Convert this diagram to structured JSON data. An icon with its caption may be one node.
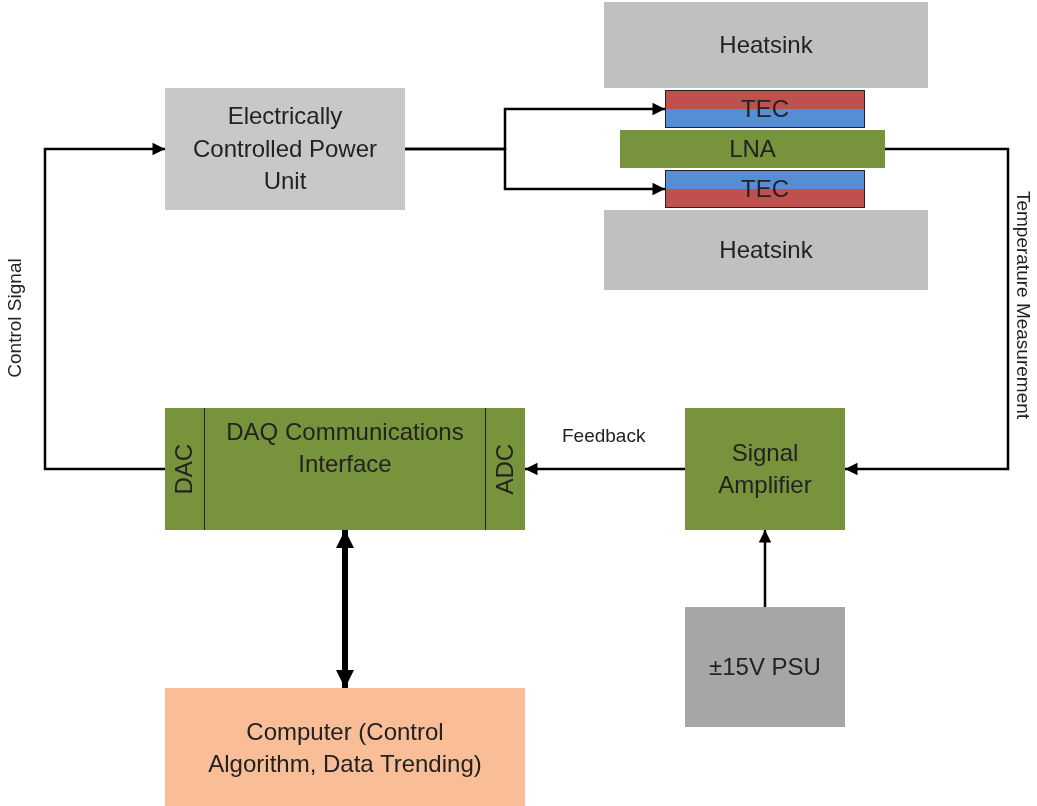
{
  "diagram": {
    "nodes": [
      {
        "text": [
          "Heatsink"
        ]
      },
      {
        "text": [
          "TEC"
        ]
      },
      {
        "text": [
          "LNA"
        ]
      },
      {
        "text": [
          "TEC"
        ]
      },
      {
        "text": [
          "Heatsink"
        ]
      },
      {
        "text": [
          "Electrically Controlled Power Unit"
        ]
      },
      {
        "text": [
          "DAQ Communications Interface"
        ]
      },
      {
        "text": [
          "DAC"
        ],
        "in": 6
      },
      {
        "text": [
          "ADC"
        ],
        "in": 6
      },
      {
        "text": [
          "Signal Amplifier"
        ]
      },
      {
        "text": [
          "±15V PSU"
        ]
      },
      {
        "text": [
          "Computer (Control Algorithm, Data Trending)"
        ]
      }
    ],
    "edges": [
      {
        "from": 7,
        "to": 5,
        "arrow": "to",
        "label": "Control Signal"
      },
      {
        "from": 5,
        "to": 1,
        "arrow": "to"
      },
      {
        "from": 5,
        "to": 3,
        "arrow": "to"
      },
      {
        "from": 2,
        "to": 9,
        "arrow": "to",
        "label": "Temperature Measurement"
      },
      {
        "from": 9,
        "to": 8,
        "arrow": "to",
        "label": "Feedback"
      },
      {
        "from": 10,
        "to": 9,
        "arrow": "to"
      },
      {
        "from": 6,
        "to": 11,
        "arrow": "both",
        "style": "thick"
      }
    ]
  }
}
